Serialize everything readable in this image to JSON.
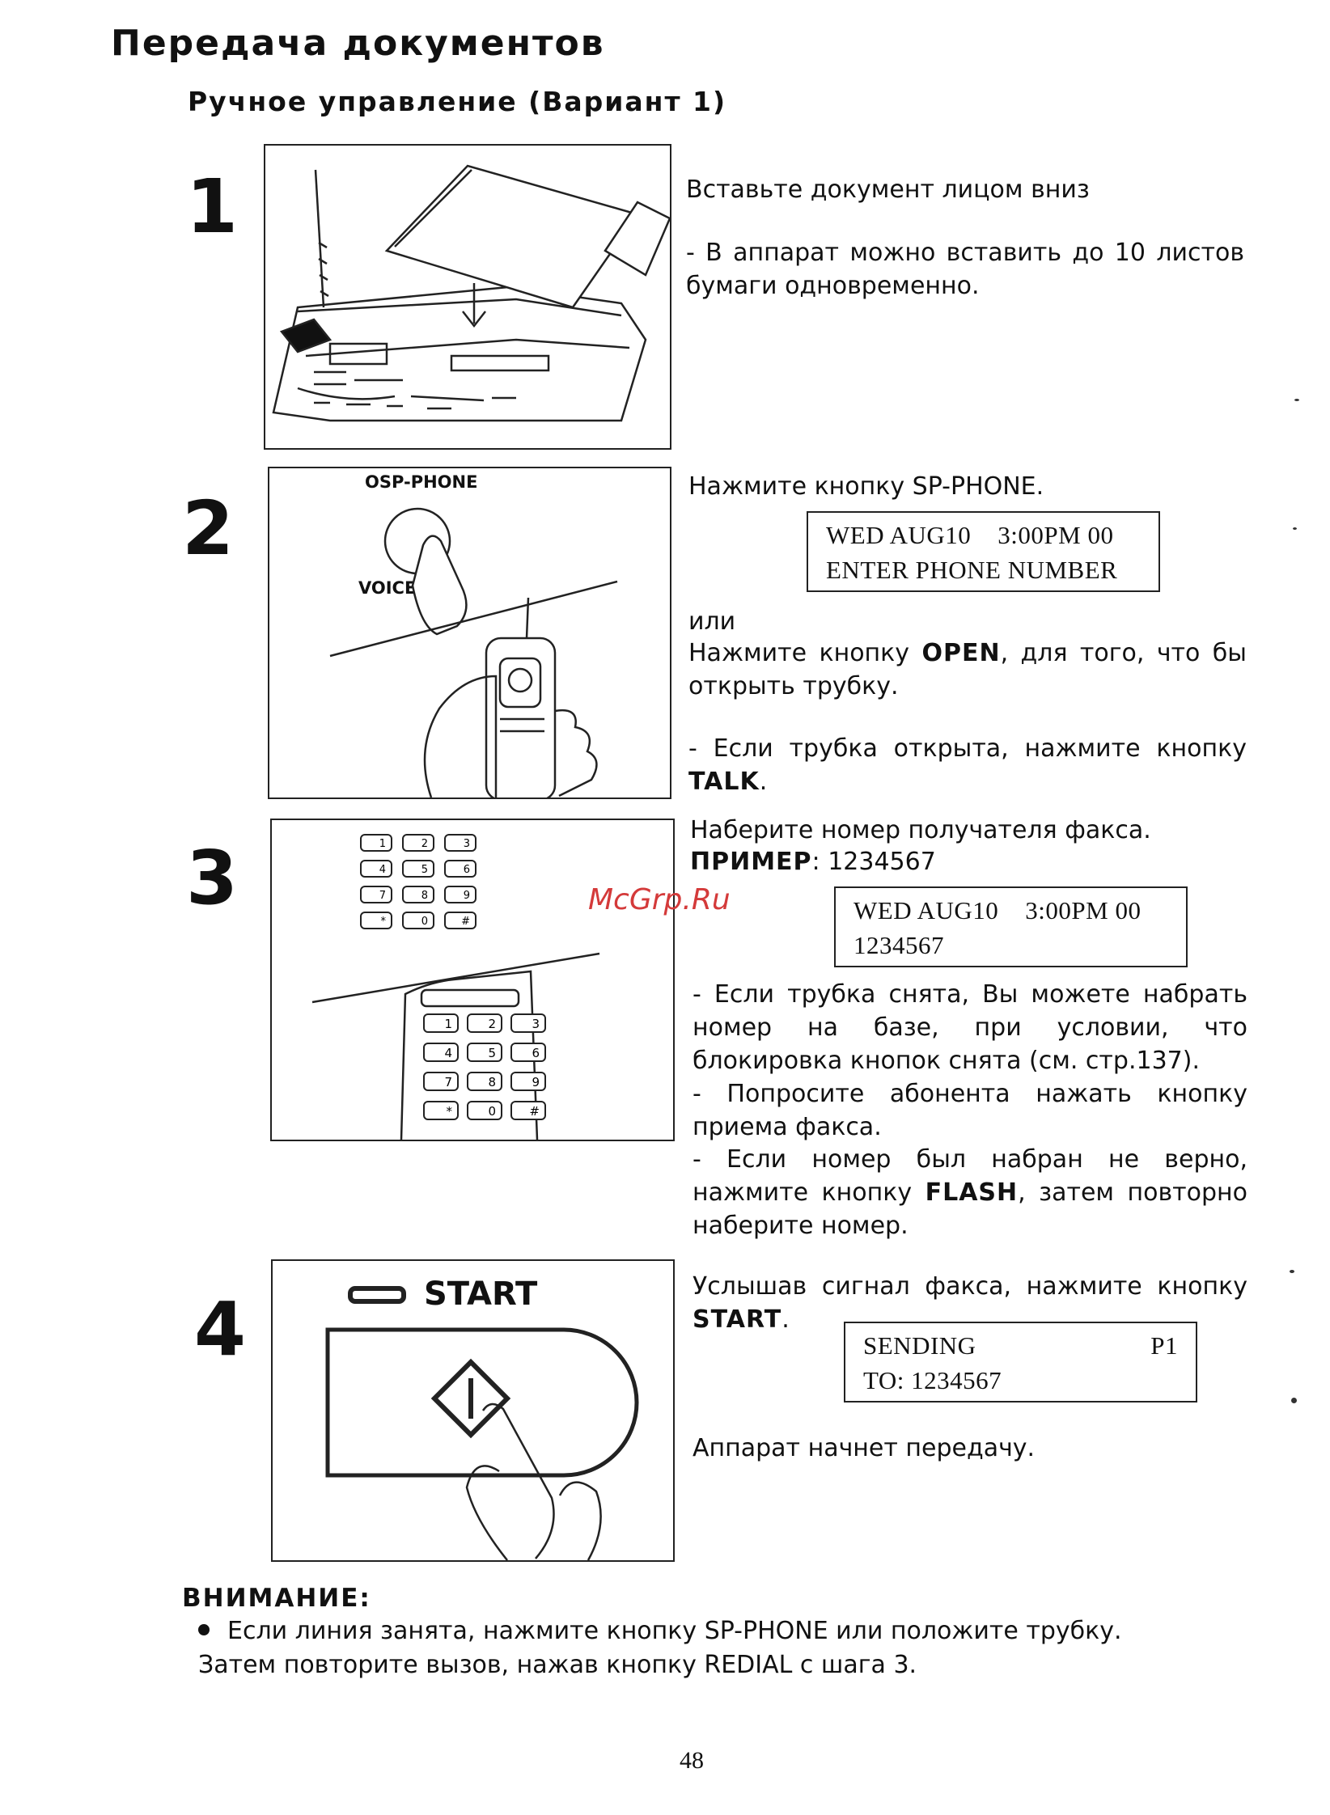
{
  "page": {
    "title": "Передача документов",
    "subtitle": "Ручное управление (Вариант 1)",
    "page_number": "48",
    "watermark": "McGrp.Ru"
  },
  "steps": [
    {
      "number": "1",
      "text_main": "Вставьте документ лицом вниз",
      "text_note": "- В аппарат можно вставить до 10 листов бумаги одновременно."
    },
    {
      "number": "2",
      "illus_label_top": "OSP-PHONE",
      "illus_label_voice": "VOICE S",
      "text_main": "Нажмите кнопку SP-PHONE.",
      "lcd": [
        "WED AUG10    3:00PM 00",
        "ENTER PHONE NUMBER"
      ],
      "text_or": "или",
      "text_open_1": "Нажмите кнопку ",
      "text_open_bold": "OPEN",
      "text_open_2": ", для того, что бы открыть трубку.",
      "text_talk_1": "- Если трубка открыта, нажмите кнопку ",
      "text_talk_bold": "TALK",
      "text_talk_2": "."
    },
    {
      "number": "3",
      "text_main": "Наберите номер получателя факса.",
      "example_bold": "ПРИМЕР",
      "example_value": ": 1234567",
      "lcd": [
        "WED AUG10    3:00PM 00",
        "1234567"
      ],
      "note1": "- Если трубка снята, Вы можете набрать номер на базе, при условии, что блокировка кнопок снята (см. стр.137).",
      "note2": "- Попросите абонента нажать кнопку приема факса.",
      "note3_1": "- Если номер был набран не верно, нажмите кнопку ",
      "note3_bold": "FLASH",
      "note3_2": ", затем повторно наберите номер."
    },
    {
      "number": "4",
      "illus_label": "START",
      "text_1": "Услышав сигнал факса, нажмите кнопку ",
      "text_bold": "START",
      "text_2": ".",
      "lcd_row1_left": "SENDING",
      "lcd_row1_right": "P1",
      "lcd_row2": "TO: 1234567",
      "text_after": "Аппарат начнет передачу."
    }
  ],
  "attention": {
    "heading": "ВНИМАНИЕ:",
    "text": "Если линия занята, нажмите кнопку SP-PHONE или положите трубку. Затем повторите вызов, нажав кнопку REDIAL с шага 3."
  },
  "keypad_keys": [
    "1",
    "2",
    "3",
    "4",
    "5",
    "6",
    "7",
    "8",
    "9",
    "*",
    "0",
    "#"
  ]
}
